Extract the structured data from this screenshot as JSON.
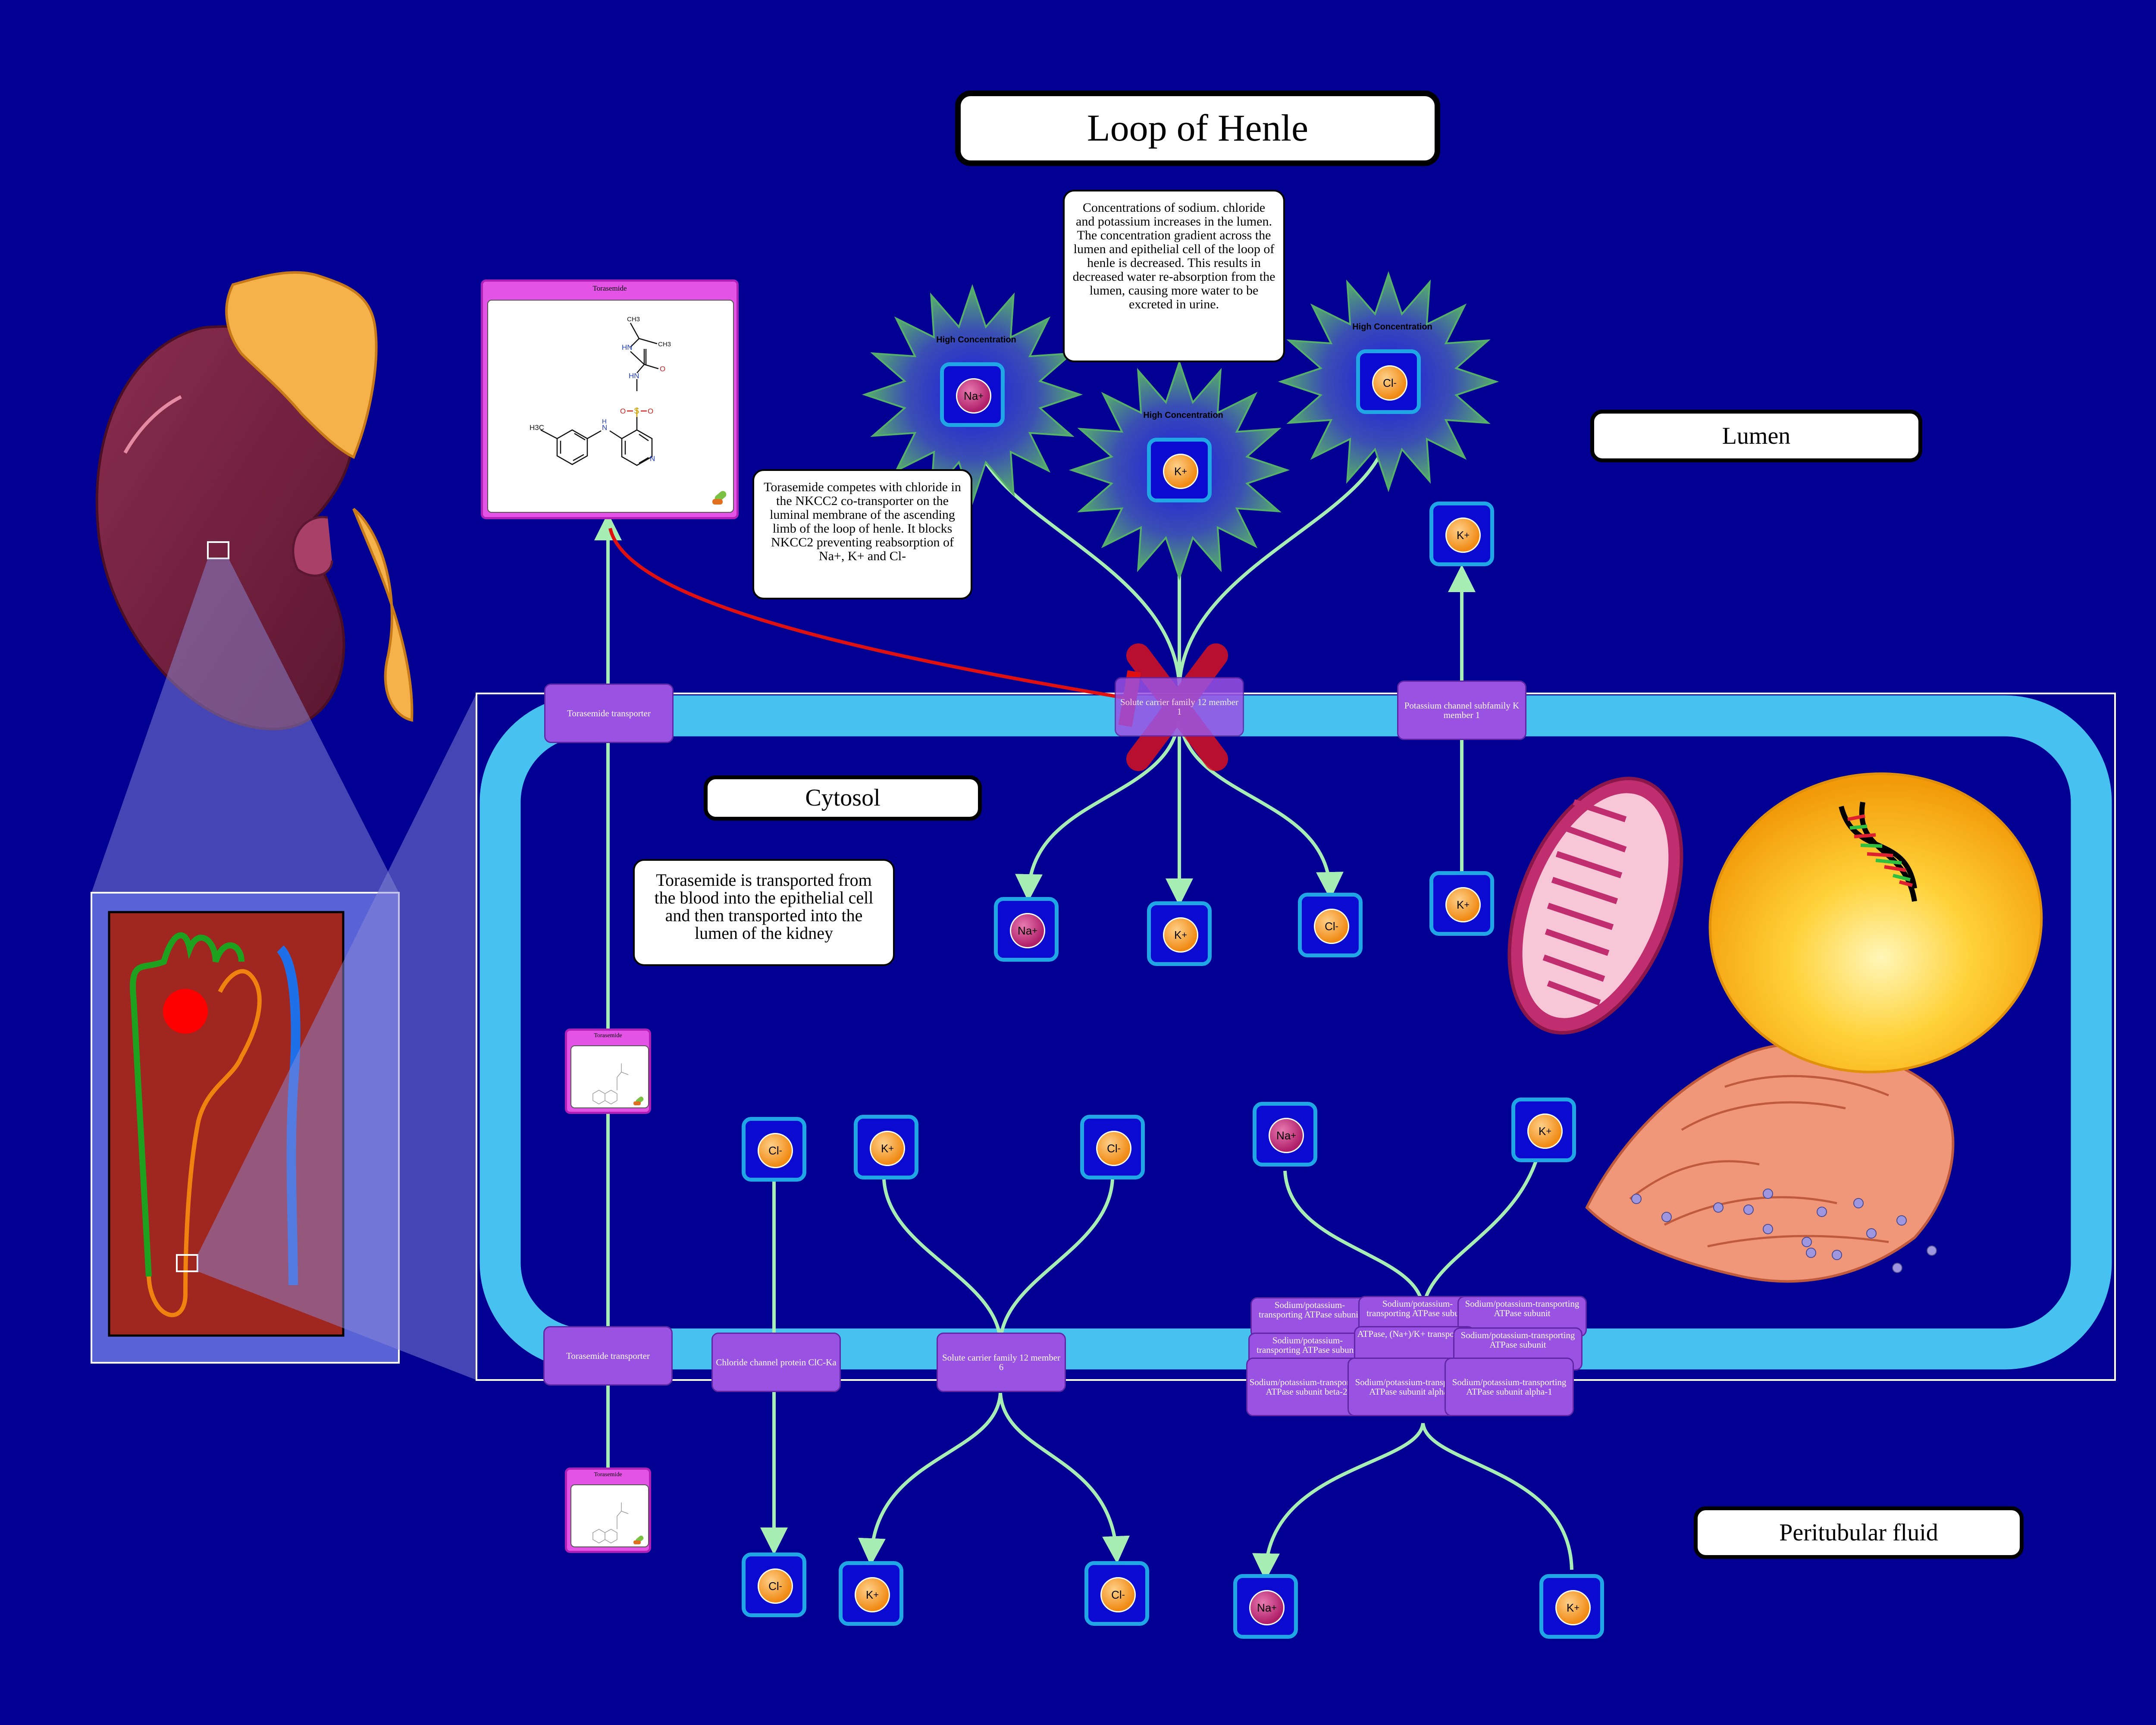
{
  "title": "Loop of Henle",
  "regions": {
    "lumen": "Lumen",
    "cytosol": "Cytosol",
    "peritubular": "Peritubular fluid"
  },
  "notes": {
    "concentration": "Concentrations of sodium. chloride and potassium increases in the lumen. The concentration gradient across the lumen and epithelial cell of the loop of henle is decreased. This results in decreased water re-absorption from the lumen, causing more water to be excreted in urine.",
    "competition": "Torasemide competes with chloride in the NKCC2 co-transporter on the luminal membrane of the ascending limb of the loop of henle. It blocks NKCC2 preventing reabsorption of Na+, K+ and Cl-",
    "transport": "Torasemide is transported from the blood into the epithelial cell and then transported into the lumen of the kidney"
  },
  "drug_name": "Torasemide",
  "molecule_atoms": {
    "ch3_top": "CH3",
    "ch3_right": "CH3",
    "ch3_left": "H3C",
    "hn_a": "HN",
    "hn_b": "HN",
    "o_carbonyl": "O",
    "s": "S",
    "o_left": "O",
    "o_right": "O",
    "h": "H",
    "n_amine": "N",
    "n_ring": "N"
  },
  "high_concentration_label": "High Concentration",
  "ions": {
    "na": "Na",
    "k": "K",
    "cl": "Cl"
  },
  "charges": {
    "plus": "+",
    "minus": "-"
  },
  "proteins": {
    "torasemide_transporter": "Torasemide transporter",
    "nkcc2": "Solute carrier family 12 member 1",
    "kcnj1": "Potassium channel subfamily K member 1",
    "clc_ka": "Chloride channel protein ClC-Ka",
    "kcc4": "Solute carrier family 12 member 6",
    "atpase": [
      "Sodium/potassium-transporting ATPase subunit",
      "Sodium/potassium-transporting ATPase subunit",
      "Sodium/potassium-transporting ATPase subunit",
      "Sodium/potassium-transporting ATPase subunit",
      "ATPase, (Na+)/K+ transporting",
      "Sodium/potassium-transporting ATPase subunit",
      "Sodium/potassium-transporting ATPase subunit beta-2",
      "Sodium/potassium-transporting ATPase subunit alpha-4",
      "Sodium/potassium-transporting ATPase subunit alpha-1"
    ]
  },
  "colors": {
    "background": "#010092",
    "membrane": "#47c1f0",
    "protein": "#9a52e2",
    "arrow": "#a7eeb5",
    "inhibition": "#e01010",
    "drug_card": "#e354e6"
  }
}
